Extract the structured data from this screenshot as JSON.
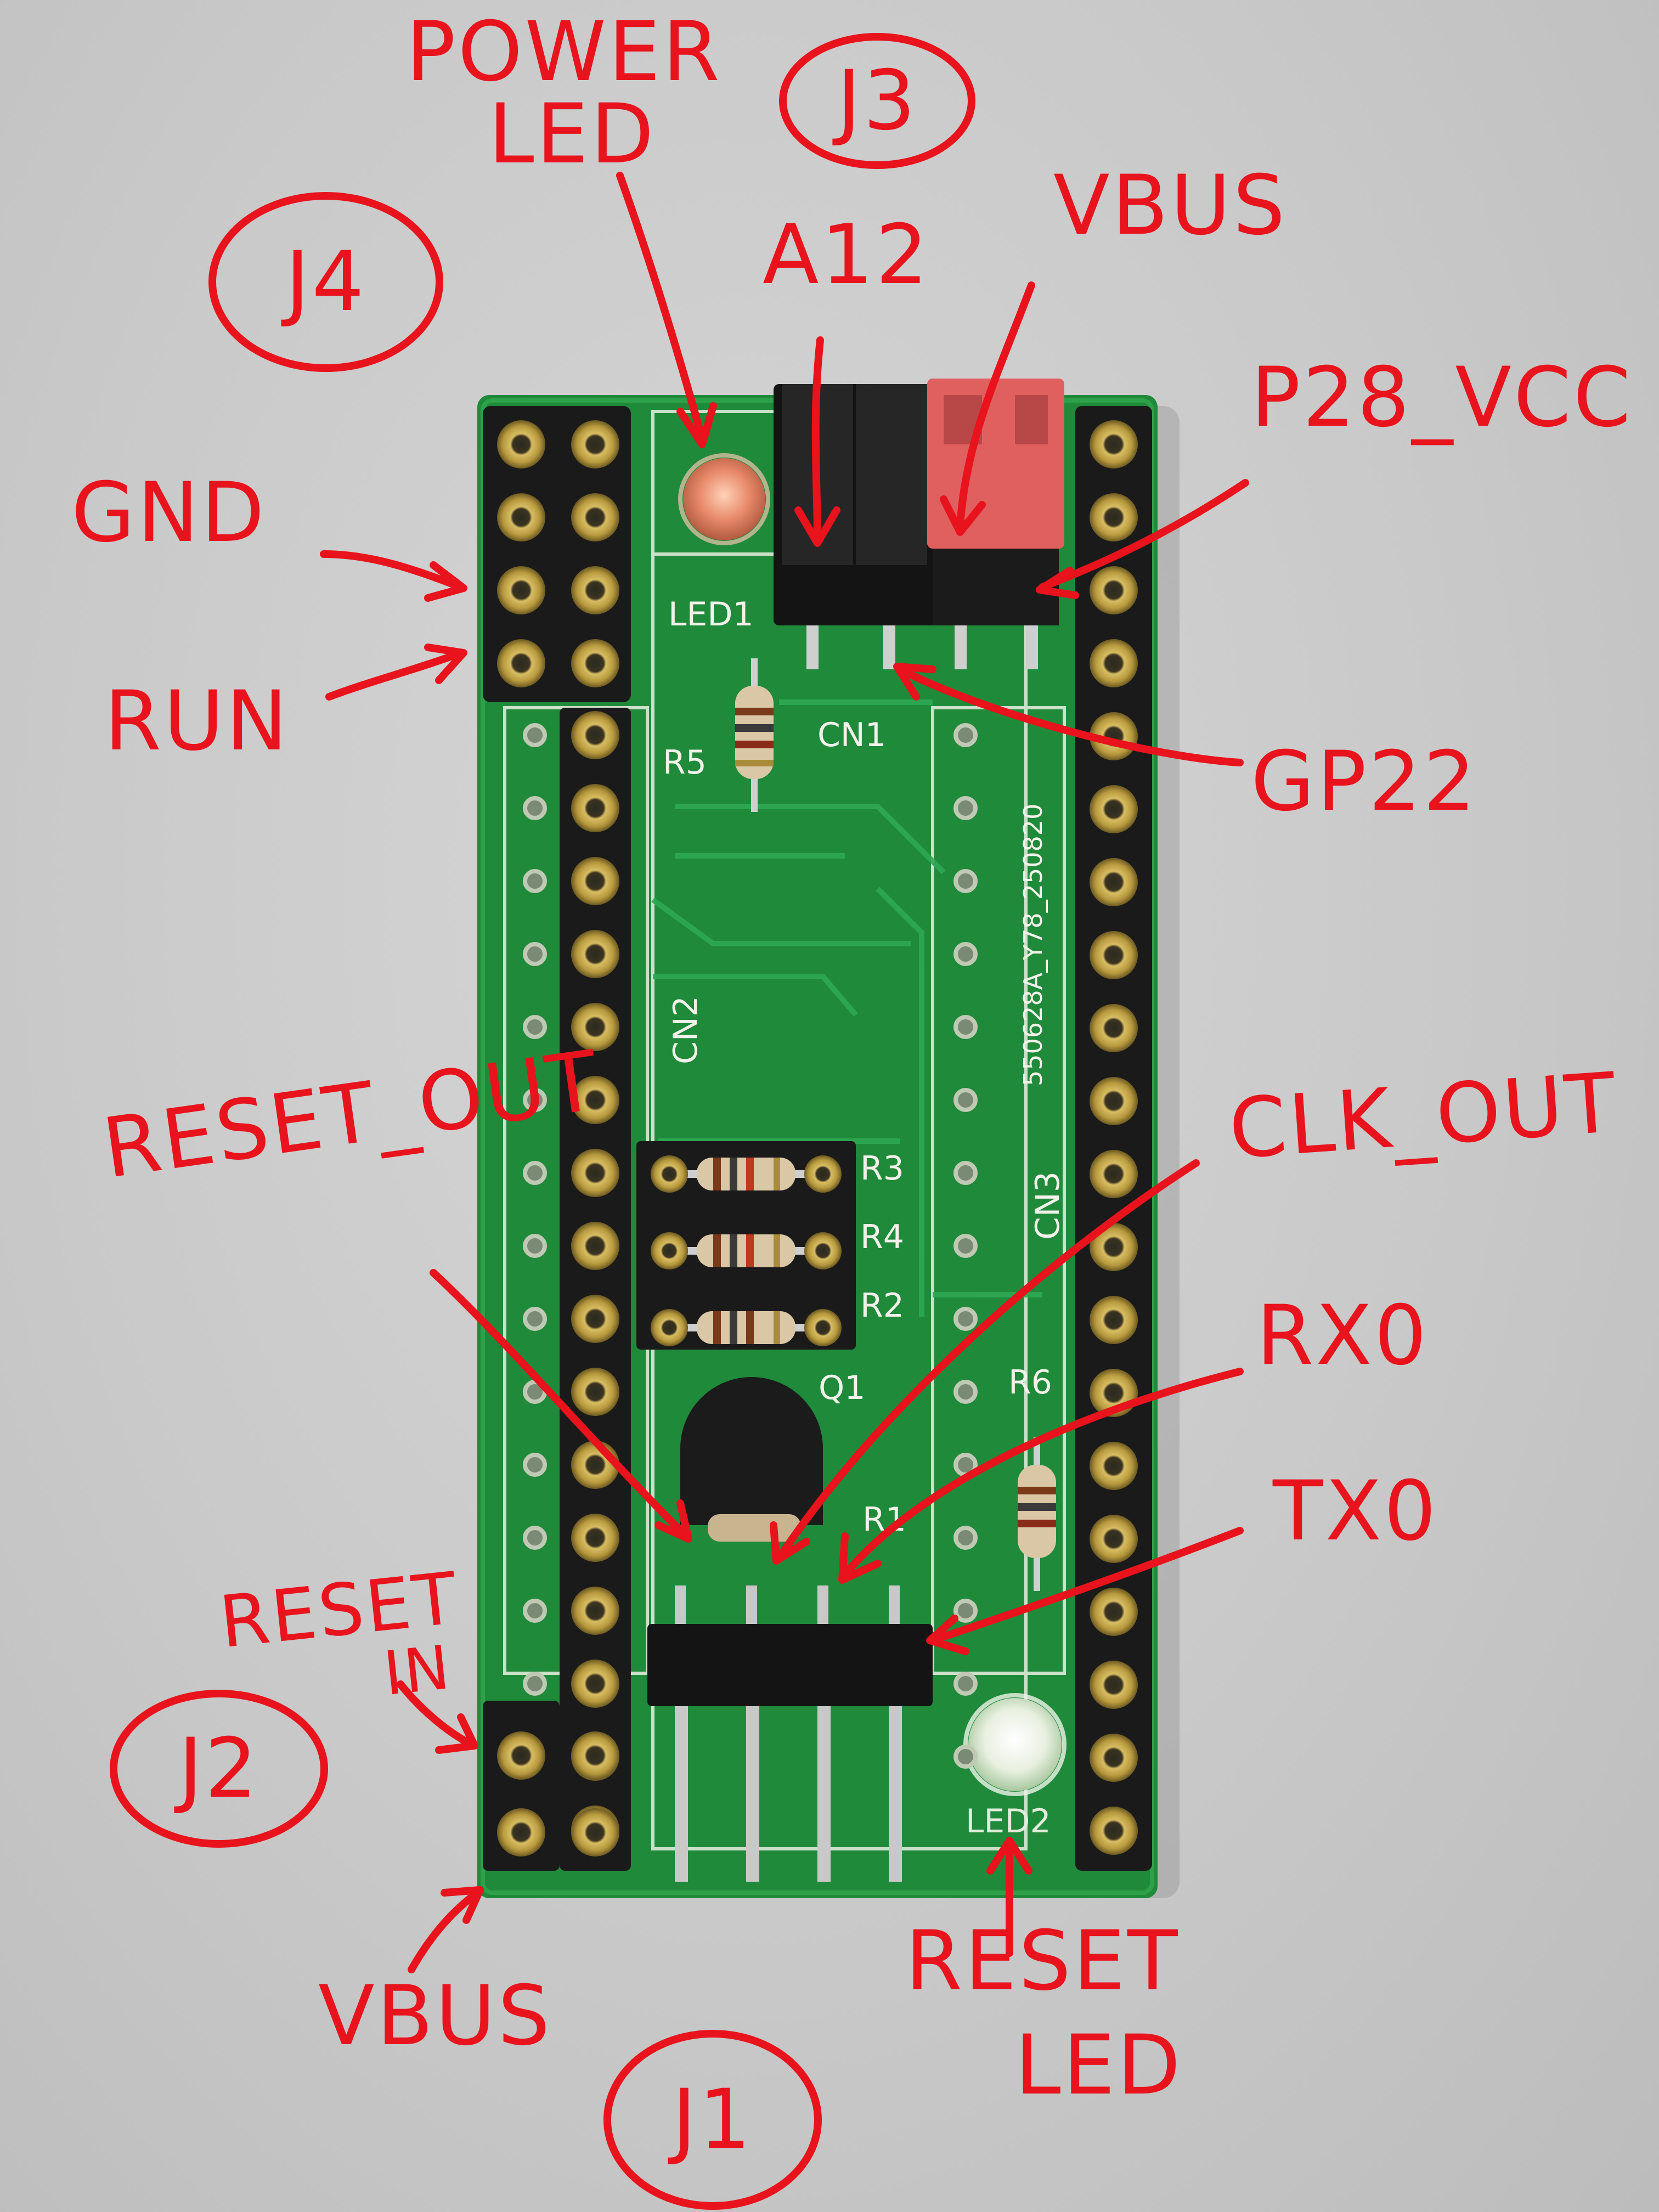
{
  "annotations": {
    "power_led": [
      "POWER",
      "LED"
    ],
    "j3": "J3",
    "j4": "J4",
    "a12": "A12",
    "vbus_top": "VBUS",
    "p28_vcc": "P28_VCC",
    "gnd": "GND",
    "run": "RUN",
    "gp22": "GP22",
    "reset_out": "RESET_OUT",
    "clk_out": "CLK_OUT",
    "rx0": "RX0",
    "tx0": "TX0",
    "reset_in": [
      "RESET",
      "IN"
    ],
    "j2": "J2",
    "vbus_bottom": "VBUS",
    "reset_led": [
      "RESET",
      "LED"
    ],
    "j1": "J1"
  },
  "silkscreen": {
    "led1": "LED1",
    "r5": "R5",
    "cn1": "CN1",
    "cn2": "CN2",
    "cn3": "CN3",
    "r3": "R3",
    "r4": "R4",
    "r2": "R2",
    "q1": "Q1",
    "r6": "R6",
    "r1": "R1",
    "led2": "LED2",
    "board_id": "550628A_Y78_250820"
  },
  "colors": {
    "annotation": "#e8131c",
    "pcb": "#1f8a3a",
    "silkscreen": "#f2f2ea",
    "header_black": "#1a1a1a",
    "jumper_red": "#e06060",
    "pad_gold": "#c9a94a"
  }
}
